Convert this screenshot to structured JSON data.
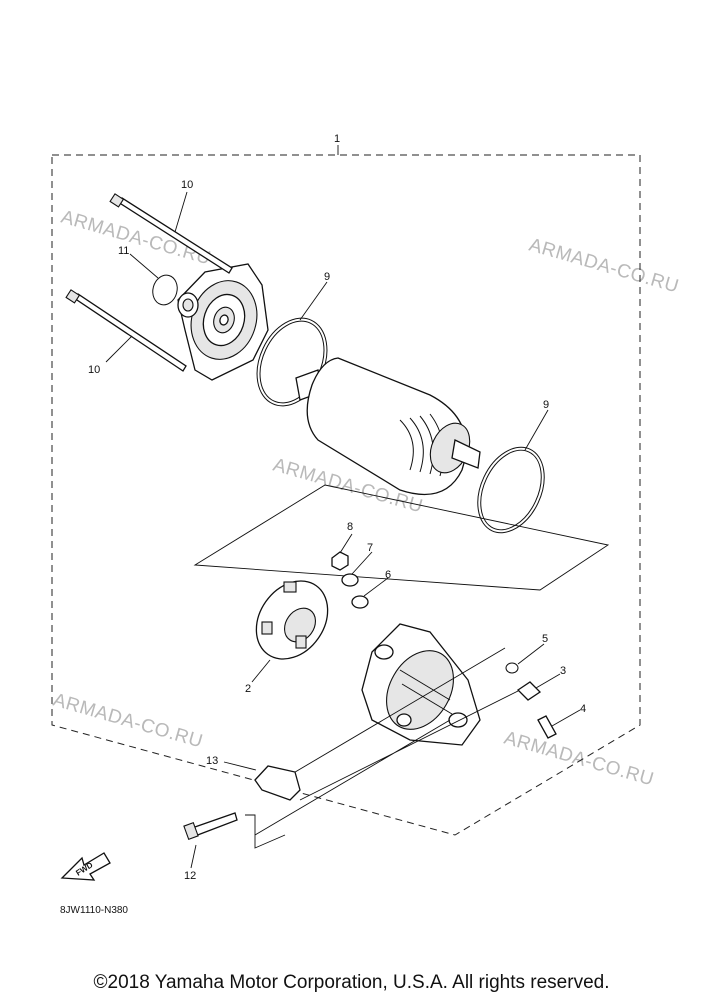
{
  "watermark": "ARMADA-CO.RU",
  "diagram_code": "8JW1110-N380",
  "fwd_label": "FWD",
  "copyright": "©2018 Yamaha Motor Corporation, U.S.A. All rights reserved.",
  "callouts": {
    "c1": "1",
    "c2": "2",
    "c3": "3",
    "c4": "4",
    "c5": "5",
    "c6": "6",
    "c7": "7",
    "c8": "8",
    "c9a": "9",
    "c9b": "9",
    "c10a": "10",
    "c10b": "10",
    "c11": "11",
    "c12": "12",
    "c13": "13"
  }
}
